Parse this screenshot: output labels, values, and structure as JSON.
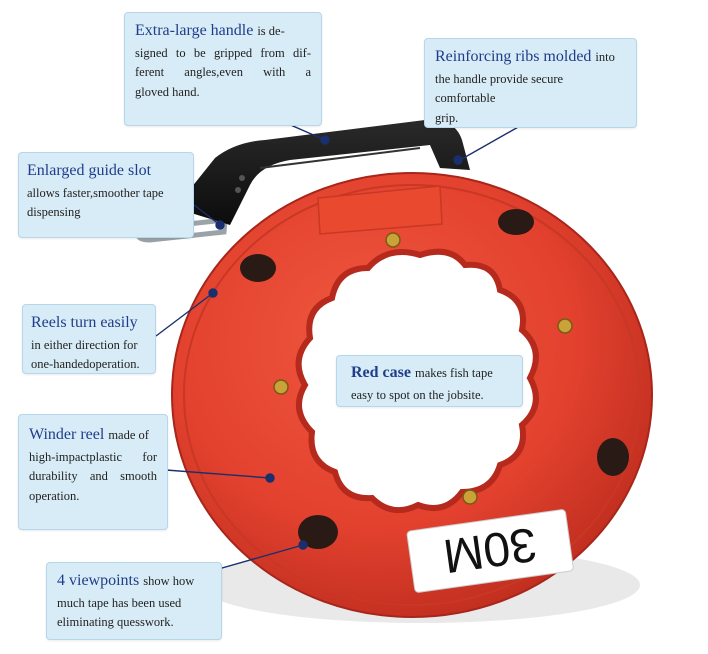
{
  "callouts": {
    "handle": {
      "title": "Extra-large handle",
      "lines": [
        "is de-",
        "signed to be gripped from dif-",
        "ferent angles,even with a",
        "gloved hand."
      ]
    },
    "ribs": {
      "title": "Reinforcing ribs molded",
      "text1": "into",
      "text2": "the handle provide secure comfortable",
      "text3": "grip."
    },
    "guide": {
      "title": "Enlarged guide slot",
      "text1": "allows faster,smoother tape",
      "text2": "dispensing"
    },
    "reels": {
      "title": "Reels turn easily",
      "text1": "in either direction for",
      "text2": "one-handedoperation."
    },
    "redcase": {
      "title": "Red case",
      "text1": "makes fish tape",
      "text2": "easy to spot on the jobsite."
    },
    "winder": {
      "title": "Winder reel",
      "text1": "made of",
      "text2": "high-impactplastic for",
      "text3": "durability and smooth",
      "text4": "operation."
    },
    "viewpoints": {
      "title": "4 viewpoints",
      "text1": "show how",
      "text2": "much tape has been used",
      "text3": "eliminating quesswork."
    }
  },
  "product": {
    "label": "30M"
  },
  "colors": {
    "callout_bg": "#d8ecf7",
    "callout_title": "#1f3d8a",
    "leader_line": "#1a2f6e",
    "case_red": "#e2412e",
    "handle_black": "#161616"
  }
}
